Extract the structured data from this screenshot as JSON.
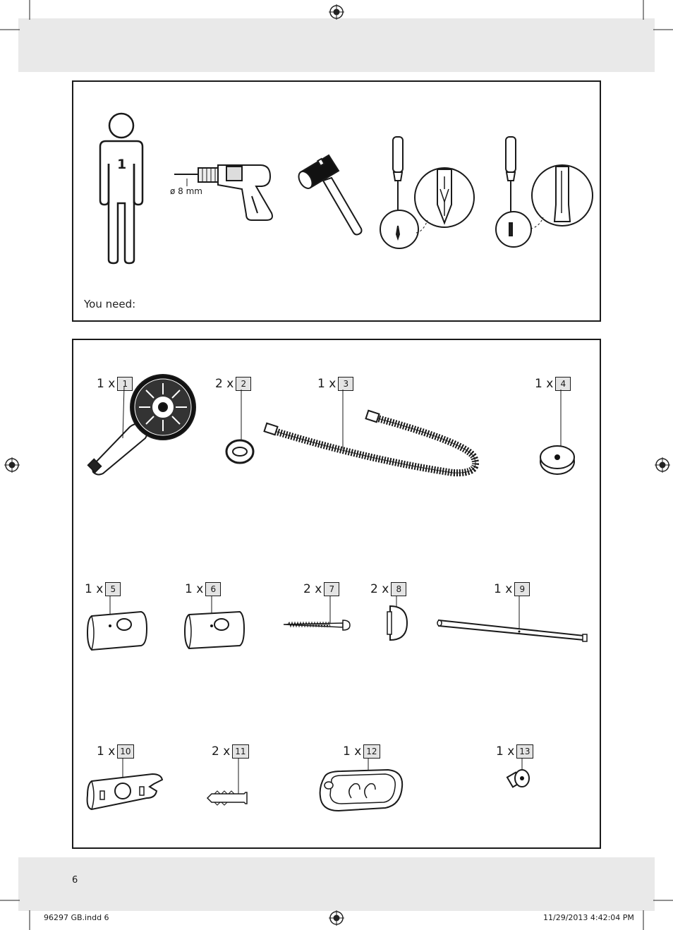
{
  "tools": {
    "persons_count": "1",
    "drill_size": "ø 8 mm",
    "you_need": "You need:",
    "icons": [
      "person-icon",
      "drill-icon",
      "hammer-icon",
      "phillips-screwdriver-icon",
      "flathead-screwdriver-icon"
    ]
  },
  "parts": [
    {
      "qty": "1 x",
      "num": "1",
      "icon": "hand-shower-icon"
    },
    {
      "qty": "2 x",
      "num": "2",
      "icon": "seal-ring-icon"
    },
    {
      "qty": "1 x",
      "num": "3",
      "icon": "shower-hose-icon"
    },
    {
      "qty": "1 x",
      "num": "4",
      "icon": "cover-cap-icon"
    },
    {
      "qty": "1 x",
      "num": "5",
      "icon": "upper-bracket-icon"
    },
    {
      "qty": "1 x",
      "num": "6",
      "icon": "lower-bracket-icon"
    },
    {
      "qty": "2 x",
      "num": "7",
      "icon": "screw-icon"
    },
    {
      "qty": "2 x",
      "num": "8",
      "icon": "screw-cover-icon"
    },
    {
      "qty": "1 x",
      "num": "9",
      "icon": "shower-rod-icon"
    },
    {
      "qty": "1 x",
      "num": "10",
      "icon": "sliding-holder-icon"
    },
    {
      "qty": "2 x",
      "num": "11",
      "icon": "wall-plug-icon"
    },
    {
      "qty": "1 x",
      "num": "12",
      "icon": "soap-dish-icon"
    },
    {
      "qty": "1 x",
      "num": "13",
      "icon": "adapter-icon"
    }
  ],
  "footer": {
    "page_number": "6",
    "file_name": "96297 GB.indd   6",
    "timestamp": "11/29/2013   4:42:04 PM"
  }
}
